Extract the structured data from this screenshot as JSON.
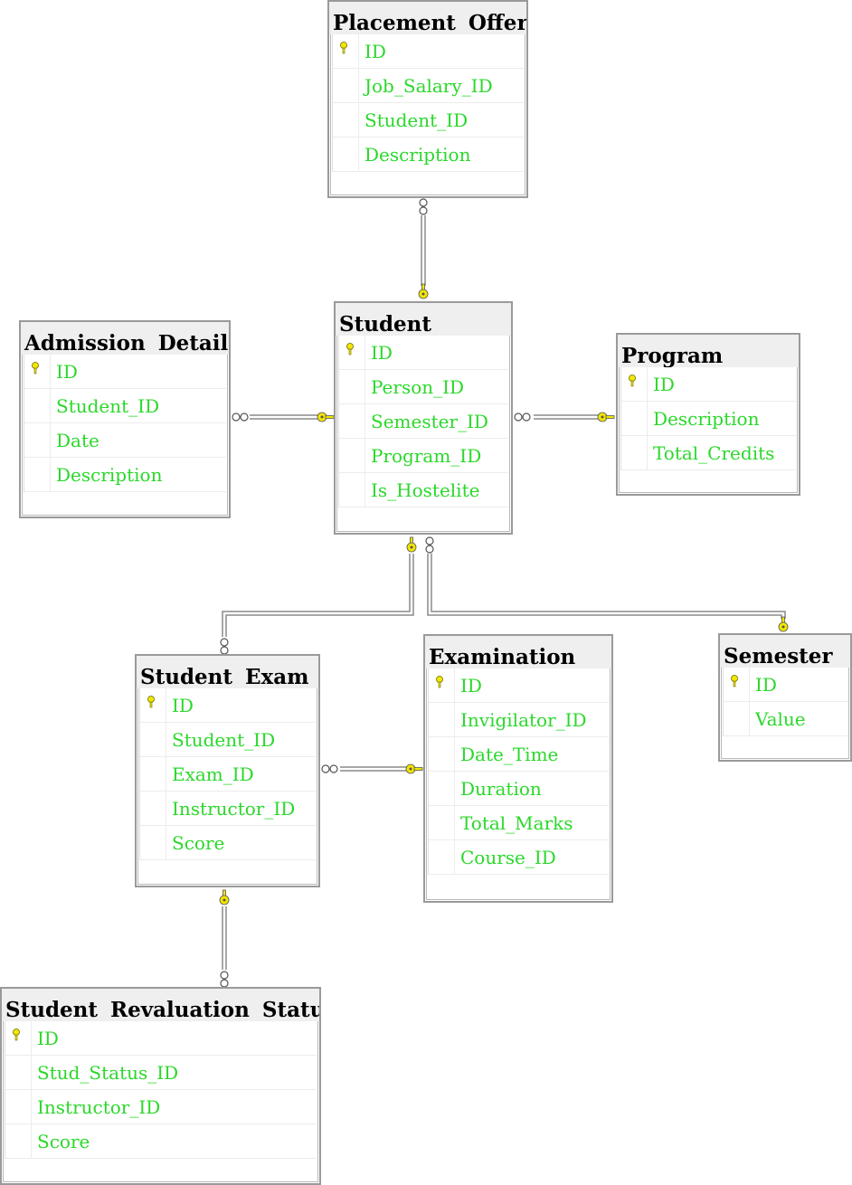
{
  "diagram": {
    "tables": {
      "placement_offers": {
        "title": "Placement  Offers",
        "columns": [
          {
            "name": "ID",
            "primary_key": true
          },
          {
            "name": "Job_Salary_ID",
            "primary_key": false
          },
          {
            "name": "Student_ID",
            "primary_key": false
          },
          {
            "name": "Description",
            "primary_key": false
          }
        ]
      },
      "student": {
        "title": "Student",
        "columns": [
          {
            "name": "ID",
            "primary_key": true
          },
          {
            "name": "Person_ID",
            "primary_key": false
          },
          {
            "name": "Semester_ID",
            "primary_key": false
          },
          {
            "name": "Program_ID",
            "primary_key": false
          },
          {
            "name": "Is_Hostelite",
            "primary_key": false
          }
        ]
      },
      "admission_details": {
        "title": "Admission  Details",
        "columns": [
          {
            "name": "ID",
            "primary_key": true
          },
          {
            "name": "Student_ID",
            "primary_key": false
          },
          {
            "name": "Date",
            "primary_key": false
          },
          {
            "name": "Description",
            "primary_key": false
          }
        ]
      },
      "program": {
        "title": "Program",
        "columns": [
          {
            "name": "ID",
            "primary_key": true
          },
          {
            "name": "Description",
            "primary_key": false
          },
          {
            "name": "Total_Credits",
            "primary_key": false
          }
        ]
      },
      "student_exam": {
        "title": "Student  Exam  S",
        "columns": [
          {
            "name": "ID",
            "primary_key": true
          },
          {
            "name": "Student_ID",
            "primary_key": false
          },
          {
            "name": "Exam_ID",
            "primary_key": false
          },
          {
            "name": "Instructor_ID",
            "primary_key": false
          },
          {
            "name": "Score",
            "primary_key": false
          }
        ]
      },
      "examination": {
        "title": "Examination",
        "columns": [
          {
            "name": "ID",
            "primary_key": true
          },
          {
            "name": "Invigilator_ID",
            "primary_key": false
          },
          {
            "name": "Date_Time",
            "primary_key": false
          },
          {
            "name": "Duration",
            "primary_key": false
          },
          {
            "name": "Total_Marks",
            "primary_key": false
          },
          {
            "name": "Course_ID",
            "primary_key": false
          }
        ]
      },
      "semester": {
        "title": "Semester",
        "columns": [
          {
            "name": "ID",
            "primary_key": true
          },
          {
            "name": "Value",
            "primary_key": false
          }
        ]
      },
      "student_revaluation_status": {
        "title": "Student  Revaluation  Status",
        "columns": [
          {
            "name": "ID",
            "primary_key": true
          },
          {
            "name": "Stud_Status_ID",
            "primary_key": false
          },
          {
            "name": "Instructor_ID",
            "primary_key": false
          },
          {
            "name": "Score",
            "primary_key": false
          }
        ]
      }
    },
    "relationships": [
      {
        "one": "student",
        "many": "placement_offers"
      },
      {
        "one": "student",
        "many": "admission_details"
      },
      {
        "one": "program",
        "many": "student"
      },
      {
        "one": "student",
        "many": "student_exam"
      },
      {
        "one": "semester",
        "many": "student"
      },
      {
        "one": "examination",
        "many": "student_exam"
      },
      {
        "one": "student_exam",
        "many": "student_revaluation_status"
      }
    ],
    "colors": {
      "column_text": "#2bd82b",
      "title_text": "#000000",
      "header_background": "#efefef",
      "key_icon": "#f2e600",
      "connector": "#8a8a8a"
    },
    "icons": {
      "primary_key": "key-icon",
      "one_end": "key-icon",
      "many_end": "infinity-icon"
    }
  }
}
